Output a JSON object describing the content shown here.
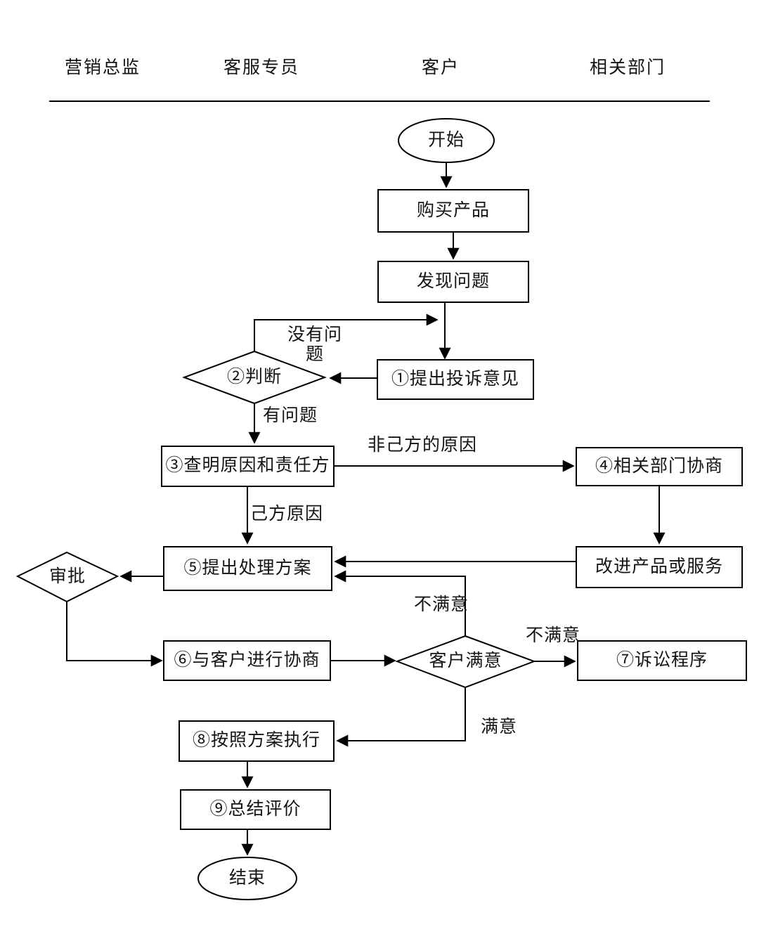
{
  "colors": {
    "stroke": "#000000",
    "background": "#ffffff"
  },
  "lanes": {
    "marketing_director": "营销总监",
    "service_specialist": "客服专员",
    "customer": "客户",
    "related_departments": "相关部门"
  },
  "nodes": {
    "start": "开始",
    "buy": "购买产品",
    "discover": "发现问题",
    "complaint": "①提出投诉意见",
    "judge": "②判断",
    "investigate": "③查明原因和责任方",
    "dept_consult": "④相关部门协商",
    "improve": "改进产品或服务",
    "propose": "⑤提出处理方案",
    "approve": "审批",
    "negotiate": "⑥与客户进行协商",
    "satisfied_check": "客户满意",
    "litigation": "⑦诉讼程序",
    "execute": "⑧按照方案执行",
    "summary": "⑨总结评价",
    "end": "结束"
  },
  "edge_labels": {
    "no_problem": "没有问题",
    "has_problem": "有问题",
    "not_own_cause": "非己方的原因",
    "own_cause": "己方原因",
    "unsatisfied_to_propose": "不满意",
    "unsatisfied_to_litigation": "不满意",
    "satisfied": "满意"
  }
}
